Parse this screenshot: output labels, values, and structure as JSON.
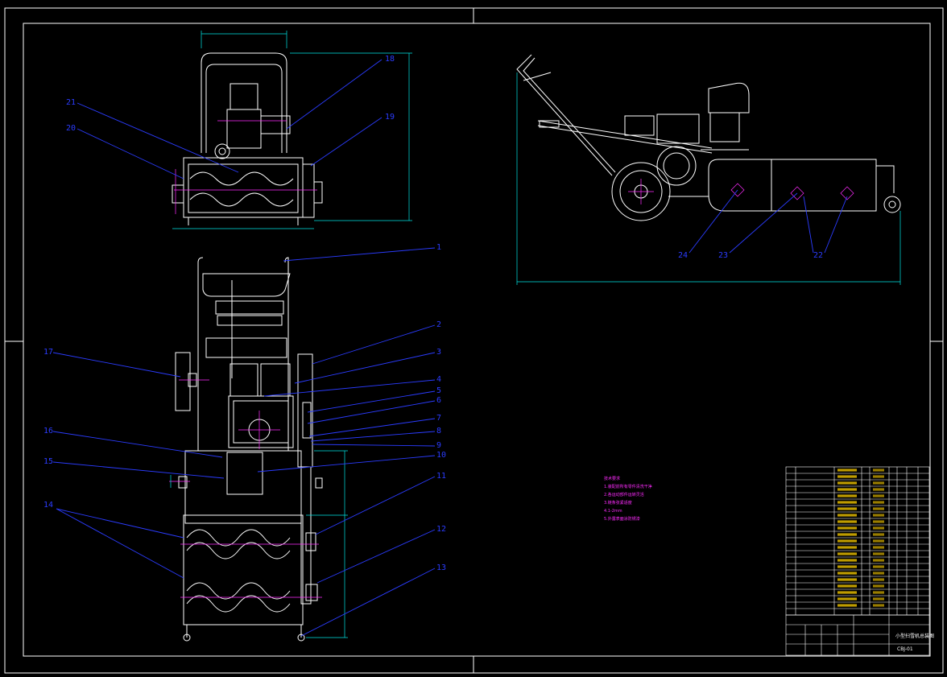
{
  "drawing": {
    "code": "CBJ-01",
    "title_block_name": "小型扫雪机总装图"
  },
  "callouts_front": [
    "1",
    "2",
    "3",
    "4",
    "5",
    "6",
    "7",
    "8",
    "9",
    "10",
    "11",
    "12",
    "13",
    "14",
    "15",
    "16",
    "17"
  ],
  "callouts_top": [
    "18",
    "19",
    "20",
    "21"
  ],
  "callouts_side": [
    "22",
    "23",
    "24"
  ],
  "notes": {
    "heading": "技术要求",
    "lines": [
      "1.装配前所有零件清洗干净",
      "2.各运动部件运转灵活",
      "3.链条张紧适度",
      "4.1-2mm",
      "5.外露表面涂防锈漆"
    ]
  },
  "colors": {
    "frame": "#ffffff",
    "callout": "#2b3cff",
    "dimension": "#00e5e5",
    "center": "#ff2bff",
    "title_text": "#ffd000"
  }
}
